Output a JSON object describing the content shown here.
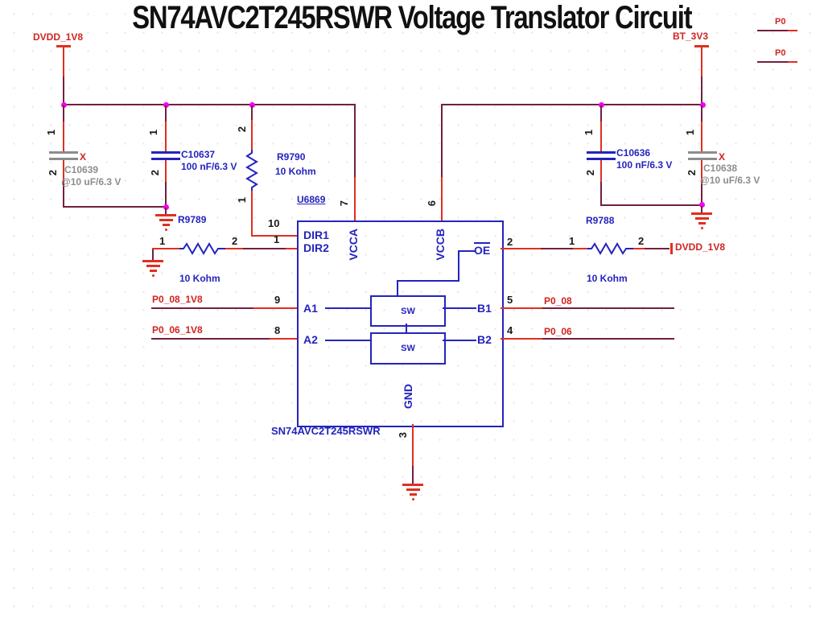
{
  "title": "SN74AVC2T245RSWR Voltage Translator Circuit",
  "power": {
    "left_rail": "DVDD_1V8",
    "right_rail": "BT_3V3",
    "pullup_port": "DVDD_1V8"
  },
  "offpage": {
    "p0_top": "P0",
    "p0_bottom": "P0"
  },
  "ic": {
    "refdes": "U6869",
    "part": "SN74AVC2T245RSWR",
    "switch_label": "SW",
    "pins": {
      "dir1": {
        "num": "10",
        "name": "DIR1"
      },
      "dir2": {
        "num": "1",
        "name": "DIR2"
      },
      "vcca": {
        "num": "7",
        "name": "VCCA"
      },
      "vccb": {
        "num": "6",
        "name": "VCCB"
      },
      "oe": {
        "num": "2",
        "name": "OE"
      },
      "a1": {
        "num": "9",
        "name": "A1"
      },
      "a2": {
        "num": "8",
        "name": "A2"
      },
      "b1": {
        "num": "5",
        "name": "B1"
      },
      "b2": {
        "num": "4",
        "name": "B2"
      },
      "gnd": {
        "num": "3",
        "name": "GND"
      }
    }
  },
  "capacitors": [
    {
      "ref": "C10639",
      "value": "@10 uF/6.3 V",
      "dni": "X",
      "pin1": "1",
      "pin2": "2"
    },
    {
      "ref": "C10637",
      "value": "100 nF/6.3 V",
      "pin1": "1",
      "pin2": "2"
    },
    {
      "ref": "C10636",
      "value": "100 nF/6.3 V",
      "pin1": "1",
      "pin2": "2"
    },
    {
      "ref": "C10638",
      "value": "@10 uF/6.3 V",
      "dni": "X",
      "pin1": "1",
      "pin2": "2"
    }
  ],
  "resistors": [
    {
      "ref": "R9790",
      "value": "10 Kohm",
      "pin1": "1",
      "pin2": "2"
    },
    {
      "ref": "R9789",
      "value": "10 Kohm",
      "pin1": "1",
      "pin2": "2"
    },
    {
      "ref": "R9788",
      "value": "10 Kohm",
      "pin1": "1",
      "pin2": "2"
    }
  ],
  "nets": {
    "a1": "P0_08_1V8",
    "a2": "P0_06_1V8",
    "b1": "P0_08",
    "b2": "P0_06"
  },
  "colors": {
    "wire": "#72203f",
    "stub": "#e02f1f",
    "part": "#2424bd",
    "net_label": "#d02420",
    "dni_gray": "#8d8d8d",
    "junction": "#f400f4"
  }
}
